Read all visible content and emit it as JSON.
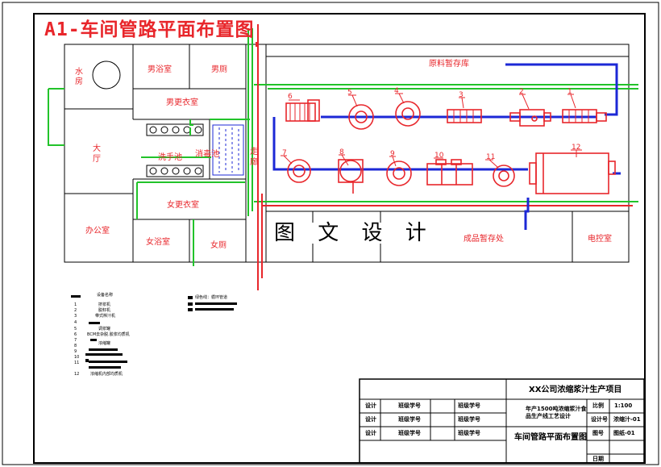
{
  "title": "A1-车间管路平面布置图",
  "watermark": "图 文 设 计",
  "rooms": {
    "water_room": "水\n房",
    "mens_bath": "男浴室",
    "mens_toilet": "男厕",
    "mens_locker": "男更衣室",
    "hall": "大\n厅",
    "hand_wash": "洗手池",
    "disinfect": "消毒池",
    "corridor": "走\n廊",
    "raw_storage": "原料暂存库",
    "womens_locker": "女更衣室",
    "office": "办公室",
    "womens_bath": "女浴室",
    "womens_toilet": "女厕",
    "finished_storage": "成品暂存处",
    "electric_room": "电控室"
  },
  "equipment_numbers": [
    "1",
    "2",
    "3",
    "4",
    "5",
    "6",
    "7",
    "8",
    "9",
    "10",
    "11",
    "12"
  ],
  "legend": {
    "header": "设备名称",
    "items": [
      {
        "no": "1",
        "name": "挤浆机"
      },
      {
        "no": "2",
        "name": "脱籽机"
      },
      {
        "no": "3",
        "name": "带式榨汁机"
      },
      {
        "no": "4",
        "name": ""
      },
      {
        "no": "5",
        "name": "调浆罐"
      },
      {
        "no": "6",
        "name": "BCM去杂脱.胶浆均质机"
      },
      {
        "no": "7",
        "name": "浓缩罐"
      },
      {
        "no": "8",
        "name": ""
      },
      {
        "no": "9",
        "name": ""
      },
      {
        "no": "10",
        "name": ""
      },
      {
        "no": "11",
        "name": ""
      },
      {
        "no": "12",
        "name": "浓缩机内部均质机"
      }
    ],
    "pipe_green": "绿色线：循环管道",
    "pipe_red": "",
    "pipe_blue": ""
  },
  "title_block": {
    "project": "XX公司浓缩浆汁生产项目",
    "subtitle": "年产1500吨浓缩浆汁食\n品生产线工艺设计",
    "drawing_name": "车间管路平面布置图",
    "rows": [
      {
        "a": "设计",
        "b": "班级学号",
        "c": "班级学号"
      },
      {
        "a": "设计",
        "b": "班级学号",
        "c": "班级学号"
      },
      {
        "a": "设计",
        "b": "班级学号",
        "c": "班级学号"
      }
    ],
    "scale_label": "比例",
    "scale_value": "1:100",
    "design_no_label": "设计号",
    "design_no_value": "浓缩汁-01",
    "drawing_no_label": "图号",
    "drawing_no_value": "图纸-01",
    "date_label": "日期"
  },
  "colors": {
    "red": "#e8262b",
    "green": "#22c32a",
    "blue": "#1c28d6",
    "black": "#000000"
  }
}
